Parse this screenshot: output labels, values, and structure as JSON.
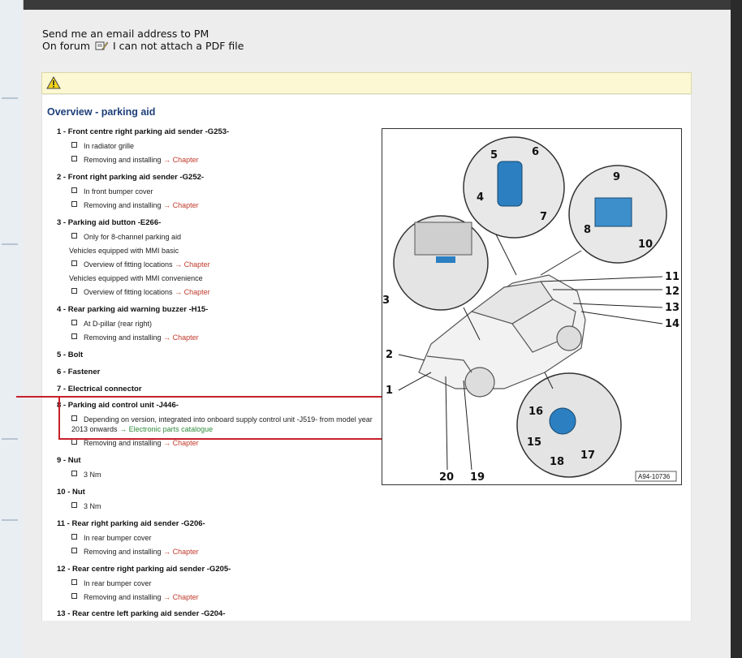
{
  "post": {
    "line1": "Send me an email address to PM",
    "line2_prefix": "On forum",
    "line2_suffix": "I can not attach a PDF file",
    "icon": "pencil-paper-emoji-icon"
  },
  "warning": {
    "icon": "warning-triangle-icon"
  },
  "doc": {
    "title": "Overview - parking aid",
    "items": [
      {
        "label": "1 - Front centre right parking aid sender -G253-"
      },
      {
        "label": "2 - Front right parking aid sender -G252-"
      },
      {
        "label": "3 - Parking aid button -E266-"
      },
      {
        "label": "4 - Rear parking aid warning buzzer -H15-"
      },
      {
        "label": "5 - Bolt"
      },
      {
        "label": "6 - Fastener"
      },
      {
        "label": "7 - Electrical connector"
      },
      {
        "label": "8 - Parking aid control unit -J446-"
      },
      {
        "label": "9 - Nut"
      },
      {
        "label": "10 - Nut"
      },
      {
        "label": "11 - Rear right parking aid sender -G206-"
      },
      {
        "label": "12 - Rear centre right parking aid sender -G205-"
      },
      {
        "label": "13 - Rear centre left parking aid sender -G204-"
      }
    ],
    "subs": {
      "in_radiator_grille": "In radiator grille",
      "removing_installing": "Removing and installing",
      "chapter": "→ Chapter",
      "in_front_bumper": "In front bumper cover",
      "only_8_channel": "Only for 8-channel parking aid",
      "vehicles_mmi_basic": "Vehicles equipped with MMI basic",
      "overview_fitting": "Overview of fitting locations",
      "vehicles_mmi_convenience": "Vehicles equipped with MMI convenience",
      "at_d_pillar": "At D-pillar (rear right)",
      "depending_text": "Depending on version, integrated into onboard supply control unit -J519- from model year 2013 onwards",
      "electronic_parts": "→ Electronic parts catalogue",
      "torque_3nm": "3 Nm",
      "in_rear_bumper": "In rear bumper cover"
    }
  },
  "diagram": {
    "ref": "A94-10736",
    "callouts": [
      "1",
      "2",
      "3",
      "4",
      "5",
      "6",
      "7",
      "8",
      "9",
      "10",
      "11",
      "12",
      "13",
      "14",
      "15",
      "16",
      "17",
      "18",
      "19",
      "20"
    ]
  },
  "colors": {
    "highlight": "#c8202a",
    "title": "#1d3f78",
    "link": "#c0392b",
    "link_green": "#2e8b3a",
    "warn_bg": "#fbf8d3"
  }
}
